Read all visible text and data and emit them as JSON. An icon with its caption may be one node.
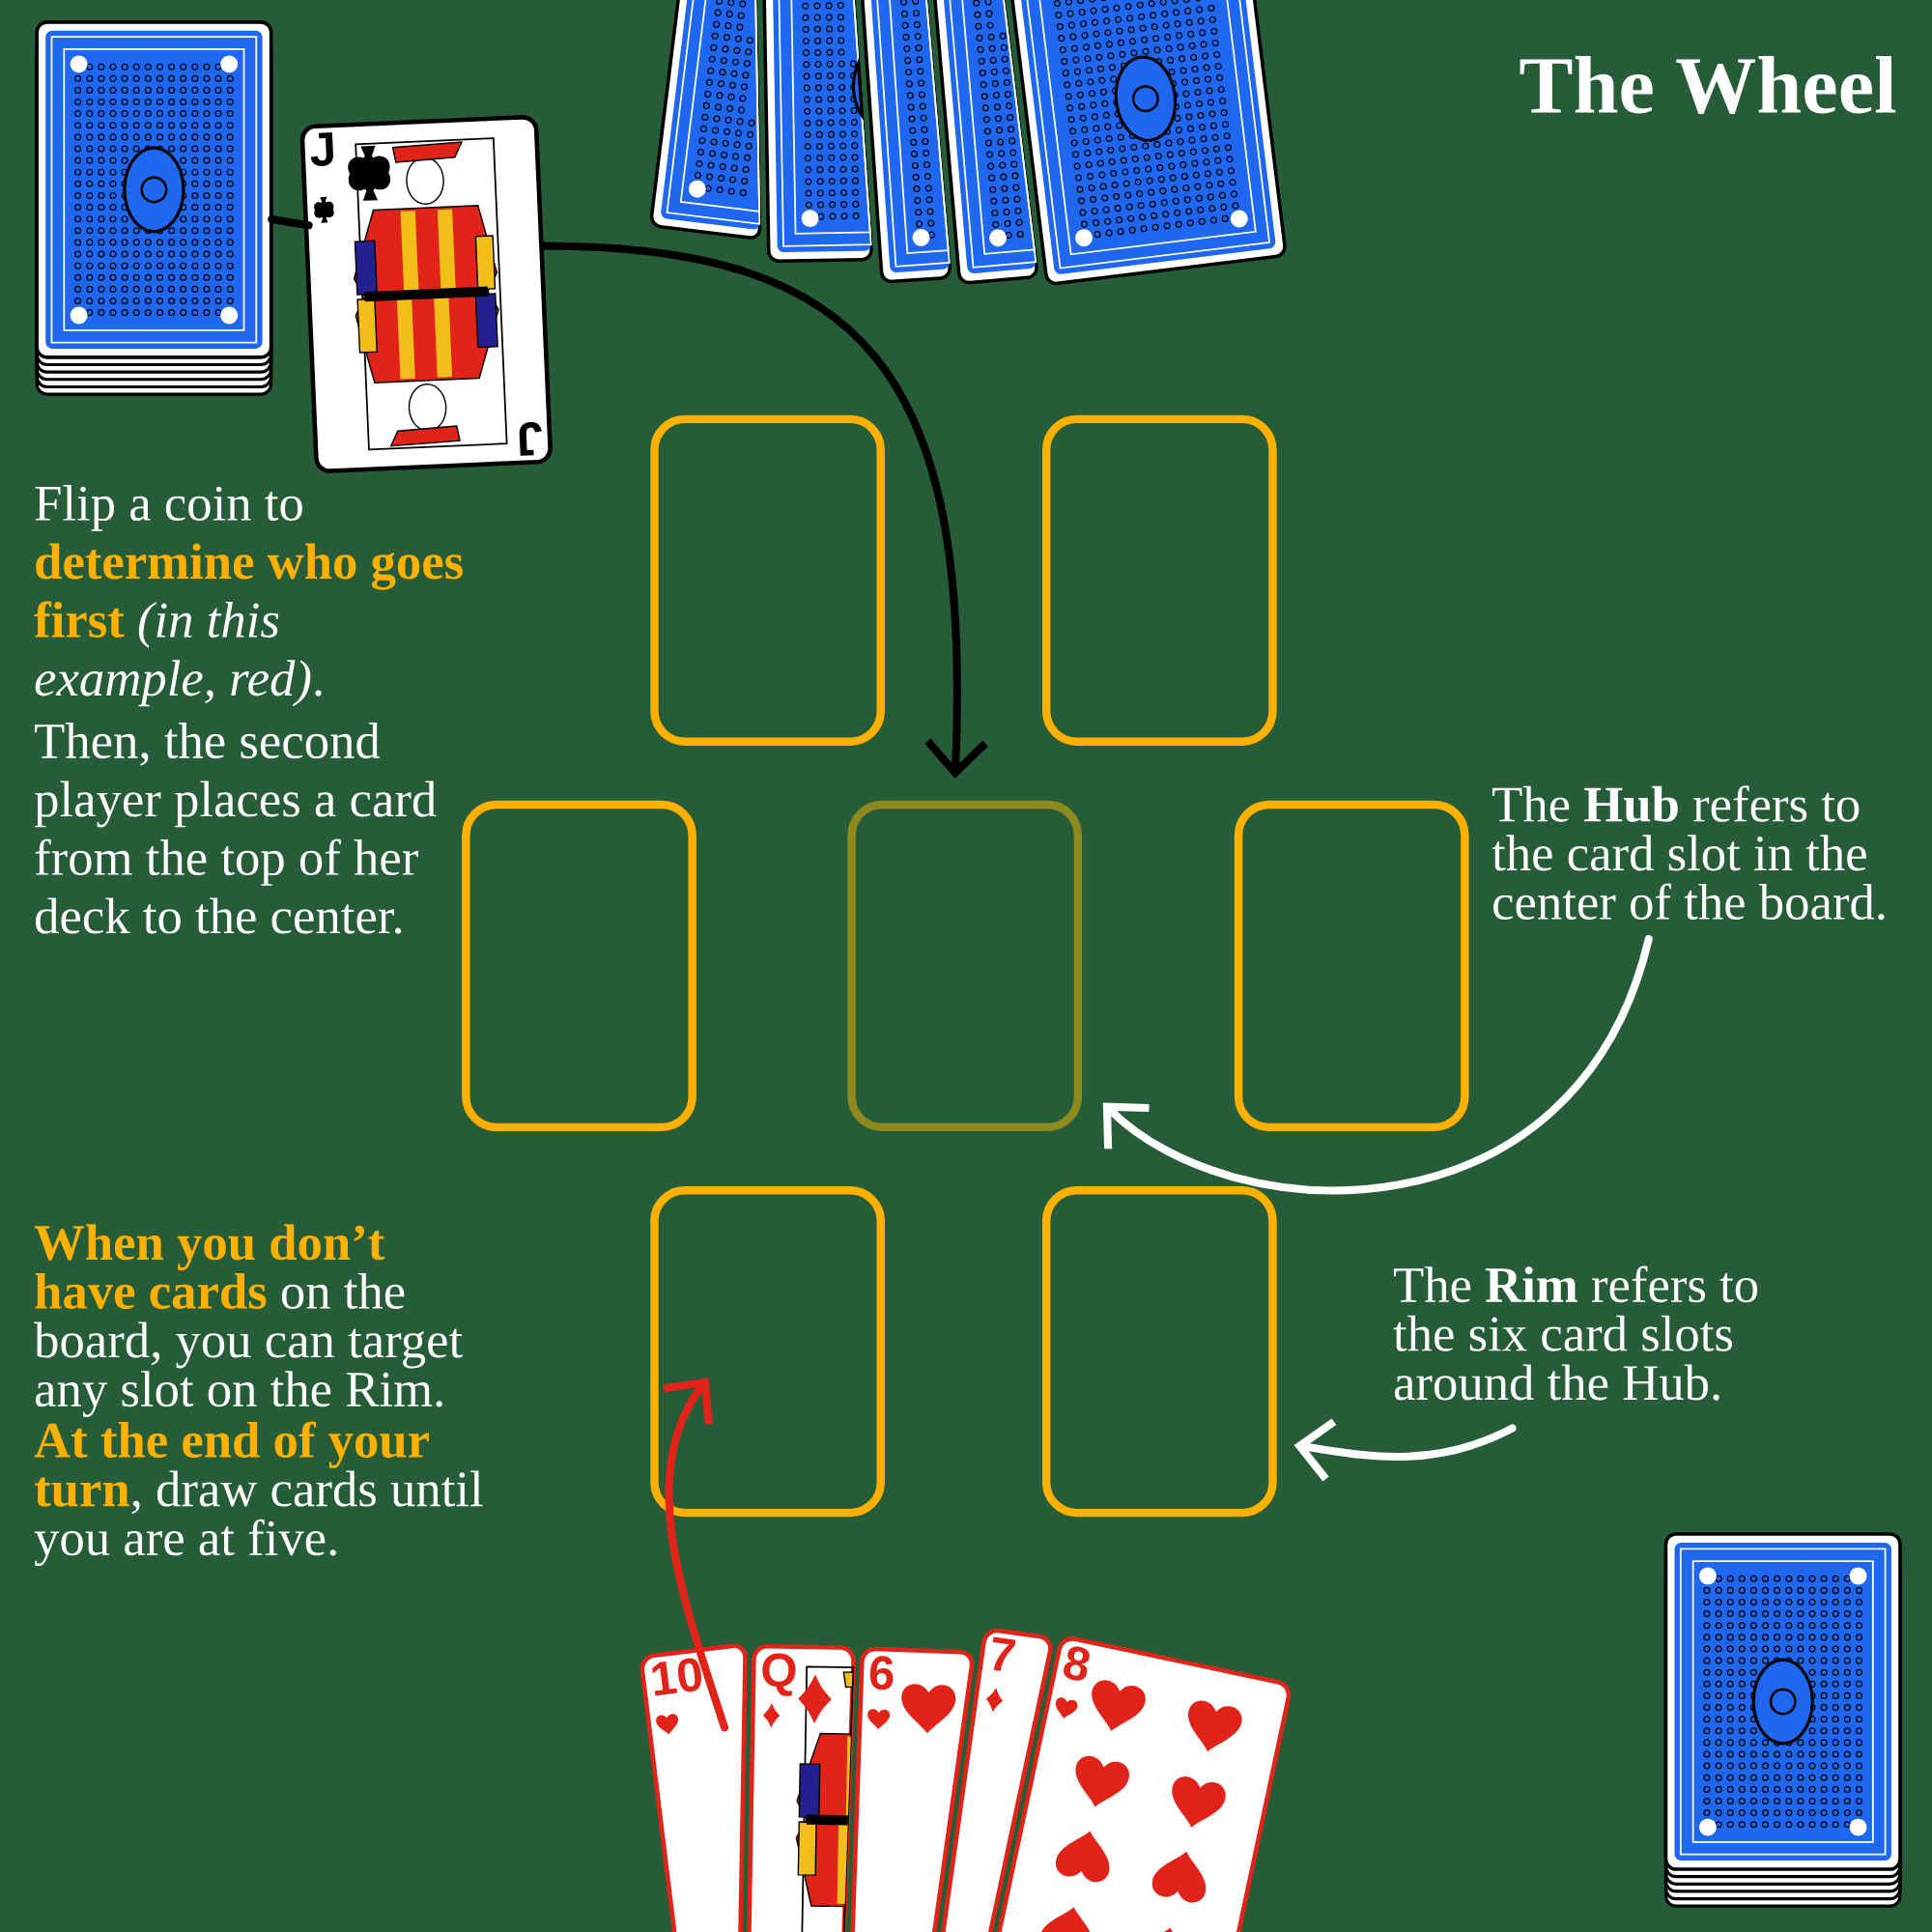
{
  "diagram": {
    "title": "The Wheel",
    "nodes": [
      {
        "text": [],
        "shape": "picture"
      },
      {
        "text": [
          "J",
          "J"
        ]
      },
      {
        "text": [],
        "shape": "picture"
      },
      {
        "text": [],
        "shape": "picture"
      },
      {
        "text": [],
        "shape": "picture"
      },
      {
        "text": [],
        "shape": "picture"
      },
      {
        "text": [],
        "shape": "picture"
      },
      {
        "text": [],
        "shape": "box"
      },
      {
        "text": [],
        "shape": "box"
      },
      {
        "text": [],
        "shape": "box"
      },
      {
        "text": [],
        "shape": "box"
      },
      {
        "text": [],
        "shape": "box"
      },
      {
        "text": [],
        "shape": "box"
      },
      {
        "text": [],
        "shape": "box"
      },
      {
        "text": [
          "The **Hub** refers to the card slot in the center of the board."
        ]
      },
      {
        "text": [
          "The **Rim** refers to the six card slots around the Hub."
        ]
      },
      {
        "text": [
          "10"
        ]
      },
      {
        "text": [
          "Q"
        ]
      },
      {
        "text": [
          "6"
        ]
      },
      {
        "text": [
          "7"
        ]
      },
      {
        "text": [
          "8"
        ]
      },
      {
        "text": [],
        "shape": "picture"
      }
    ],
    "edges": [
      {
        "from": 0,
        "to": 1,
        "arrow": "none",
        "color": "#000000"
      },
      {
        "from": 1,
        "to": 10,
        "arrow": "to",
        "color": "#000000"
      },
      {
        "from": 14,
        "to": 10,
        "arrow": "to",
        "color": "#ffffff"
      },
      {
        "from": 15,
        "to": 13,
        "arrow": "to",
        "color": "#ffffff"
      },
      {
        "from": 16,
        "to": 12,
        "arrow": "to",
        "color": "#e2231a"
      }
    ],
    "labels": [
      "Flip a coin to **determine who goes first** *(in this example, red)*.",
      "Then, the second player places a card from the top of her deck to the center.",
      "**When you don’t have cards** on the board, you can target any slot on the Rim.",
      "**At the end of your turn**, draw cards until you are at five."
    ]
  }
}
